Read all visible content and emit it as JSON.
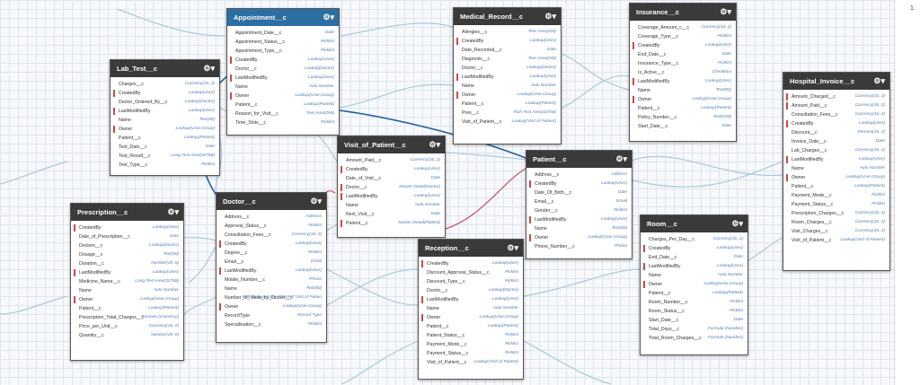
{
  "accent": "#2d6ea3",
  "required_marker_color": "#d64545",
  "gear_icon": "gear-icon",
  "corner_text": "1:",
  "entities": [
    {
      "id": "lab_test",
      "name": "Lab_Test__c",
      "fields": [
        {
          "n": "Charges__c",
          "t": "Currency(16, 2)"
        },
        {
          "n": "CreatedBy",
          "t": "Lookup(User)",
          "r": true
        },
        {
          "n": "Doctor_Ordered_By__c",
          "t": "Lookup(Doctor)"
        },
        {
          "n": "LastModifiedBy",
          "t": "Lookup(User)",
          "r": true
        },
        {
          "n": "Name",
          "t": "Text(80)"
        },
        {
          "n": "Owner",
          "t": "Lookup(User,Group)",
          "r": true
        },
        {
          "n": "Patient__c",
          "t": "Lookup(Patient)"
        },
        {
          "n": "Test_Date__c",
          "t": "Date"
        },
        {
          "n": "Test_Result__c",
          "t": "Long Text Area(32768)"
        },
        {
          "n": "Test_Type__c",
          "t": "Picklist"
        }
      ]
    },
    {
      "id": "appointment",
      "name": "Appointment__c",
      "selected": true,
      "fields": [
        {
          "n": "Appointment_Date__c",
          "t": "Date"
        },
        {
          "n": "Appointment_Status__c",
          "t": "Picklist"
        },
        {
          "n": "Appointment_Type__c",
          "t": "Picklist"
        },
        {
          "n": "CreatedBy",
          "t": "Lookup(User)",
          "r": true
        },
        {
          "n": "Doctor__c",
          "t": "Lookup(Doctor)"
        },
        {
          "n": "LastModifiedBy",
          "t": "Lookup(User)",
          "r": true
        },
        {
          "n": "Name",
          "t": "Auto Number"
        },
        {
          "n": "Owner",
          "t": "Lookup(User,Group)",
          "r": true
        },
        {
          "n": "Patient__c",
          "t": "Lookup(Patient)"
        },
        {
          "n": "Reason_for_Visit__c",
          "t": "Text Area(255)"
        },
        {
          "n": "Time_Slots__c",
          "t": "Picklist"
        }
      ]
    },
    {
      "id": "medical_record",
      "name": "Medical_Record__c",
      "fields": [
        {
          "n": "Allergies__c",
          "t": "Text Area(255)"
        },
        {
          "n": "CreatedBy",
          "t": "Lookup(User)",
          "r": true
        },
        {
          "n": "Date_Recorded__c",
          "t": "Date"
        },
        {
          "n": "Diagnosis__c",
          "t": "Text Area(255)"
        },
        {
          "n": "Doctor__c",
          "t": "Lookup(Doctor)"
        },
        {
          "n": "LastModifiedBy",
          "t": "Lookup(User)",
          "r": true
        },
        {
          "n": "Name",
          "t": "Auto Number"
        },
        {
          "n": "Owner",
          "t": "Lookup(User,Group)",
          "r": true
        },
        {
          "n": "Patient__c",
          "t": "Lookup(Patient)"
        },
        {
          "n": "Pres__c",
          "t": "Rich Text Area(32768)"
        },
        {
          "n": "Visit_of_Patient__c",
          "t": "Lookup(Visit of Patient)"
        }
      ]
    },
    {
      "id": "insurance",
      "name": "Insurance__c",
      "fields": [
        {
          "n": "Coverage_Amount_c__c",
          "t": "Currency(16, 2)"
        },
        {
          "n": "Coverage_Type__c",
          "t": "Picklist"
        },
        {
          "n": "CreatedBy",
          "t": "Lookup(User)",
          "r": true
        },
        {
          "n": "End_Date__c",
          "t": "Date"
        },
        {
          "n": "Insurance_Type__c",
          "t": "Picklist"
        },
        {
          "n": "Is_Active__c",
          "t": "Checkbox"
        },
        {
          "n": "LastModifiedBy",
          "t": "Lookup(User)",
          "r": true
        },
        {
          "n": "Name",
          "t": "Text(80)"
        },
        {
          "n": "Owner",
          "t": "Lookup(User,Group)",
          "r": true
        },
        {
          "n": "Patient__c",
          "t": "Lookup(Patient)"
        },
        {
          "n": "Policy_Number__c",
          "t": "Text(100)"
        },
        {
          "n": "Start_Date__c",
          "t": "Date"
        }
      ]
    },
    {
      "id": "hospital_invoice",
      "name": "Hospital_Invoice__c",
      "fields": [
        {
          "n": "Amount_Charged__c",
          "t": "Currency(16, 2)",
          "r": true
        },
        {
          "n": "Amount_Paid__c",
          "t": "Currency(16, 2)",
          "r": true
        },
        {
          "n": "Consultation_Fees__c",
          "t": "Currency(16, 2)"
        },
        {
          "n": "CreatedBy",
          "t": "Lookup(User)",
          "r": true
        },
        {
          "n": "Discount__c",
          "t": "Percent(16, 2)"
        },
        {
          "n": "Invoice_Date__c",
          "t": "Date"
        },
        {
          "n": "Lab_Charges__c",
          "t": "Currency(16, 2)"
        },
        {
          "n": "LastModifiedBy",
          "t": "Lookup(User)",
          "r": true
        },
        {
          "n": "Name",
          "t": "Auto Number"
        },
        {
          "n": "Owner",
          "t": "Lookup(User,Group)",
          "r": true
        },
        {
          "n": "Patient__c",
          "t": "Lookup(Patient)"
        },
        {
          "n": "Payment_Mode__c",
          "t": "Picklist"
        },
        {
          "n": "Payment_Status__c",
          "t": "Picklist"
        },
        {
          "n": "Prescription_Charges__c",
          "t": "Currency(16, 2)"
        },
        {
          "n": "Room_Charges__c",
          "t": "Currency(16, 2)"
        },
        {
          "n": "Visit_Charges__c",
          "t": "Currency(16, 2)"
        },
        {
          "n": "Visit_of_Patient__c",
          "t": "Lookup(Visit of Patient)"
        }
      ]
    },
    {
      "id": "visit_of_patient",
      "name": "Visit_of_Patient__c",
      "fields": [
        {
          "n": "Amount_Paid__c",
          "t": "Currency(16, 2)"
        },
        {
          "n": "CreatedBy",
          "t": "Lookup(User)",
          "r": true
        },
        {
          "n": "Date_of_Visit__c",
          "t": "Date"
        },
        {
          "n": "Doctor__c",
          "t": "Master-Detail(Doctor)",
          "r": true
        },
        {
          "n": "LastModifiedBy",
          "t": "Lookup(User)",
          "r": true
        },
        {
          "n": "Name",
          "t": "Auto Number"
        },
        {
          "n": "Next_Visit__c",
          "t": "Date"
        },
        {
          "n": "Patient__c",
          "t": "Master-Detail(Patient)",
          "r": true
        }
      ]
    },
    {
      "id": "patient",
      "name": "Patient__c",
      "fields": [
        {
          "n": "Address__c",
          "t": "Address"
        },
        {
          "n": "CreatedBy",
          "t": "Lookup(User)",
          "r": true
        },
        {
          "n": "Date_Of_Birth__c",
          "t": "Date"
        },
        {
          "n": "Email__c",
          "t": "Email"
        },
        {
          "n": "Gender__c",
          "t": "Picklist"
        },
        {
          "n": "LastModifiedBy",
          "t": "Lookup(User)",
          "r": true
        },
        {
          "n": "Name",
          "t": "Text(80)"
        },
        {
          "n": "Owner",
          "t": "Lookup(User,Group)",
          "r": true
        },
        {
          "n": "Phone_Number__c",
          "t": "Phone"
        }
      ]
    },
    {
      "id": "prescription",
      "name": "Prescription__c",
      "fields": [
        {
          "n": "CreatedBy",
          "t": "Lookup(User)",
          "r": true
        },
        {
          "n": "Date_of_Prescription__c",
          "t": "Date"
        },
        {
          "n": "Doctors__c",
          "t": "Lookup(Doctor)"
        },
        {
          "n": "Dosage__c",
          "t": "Text(50)"
        },
        {
          "n": "Duration__c",
          "t": "Number(18, 0)"
        },
        {
          "n": "LastModifiedBy",
          "t": "Lookup(User)",
          "r": true
        },
        {
          "n": "Medicine_Name__c",
          "t": "Long Text Area(32768)"
        },
        {
          "n": "Name",
          "t": "Auto Number"
        },
        {
          "n": "Owner",
          "t": "Lookup(User,Group)",
          "r": true
        },
        {
          "n": "Patient__c",
          "t": "Lookup(Patient)"
        },
        {
          "n": "Prescription_Total_Charges__c",
          "t": "Formula (Currency)"
        },
        {
          "n": "Price_per_Unit__c",
          "t": "Currency(16, 2)"
        },
        {
          "n": "Quantity__c",
          "t": "Number(18, 0)"
        }
      ]
    },
    {
      "id": "doctor",
      "name": "Doctor__c",
      "fields": [
        {
          "n": "Address__c",
          "t": "Address"
        },
        {
          "n": "Approval_Status__c",
          "t": "Picklist"
        },
        {
          "n": "Consultation_Fees__c",
          "t": "Currency(16, 2)"
        },
        {
          "n": "CreatedBy",
          "t": "Lookup(User)",
          "r": true
        },
        {
          "n": "Degree__c",
          "t": "Picklist"
        },
        {
          "n": "Email__c",
          "t": "Email"
        },
        {
          "n": "LastModifiedBy",
          "t": "Lookup(User)",
          "r": true
        },
        {
          "n": "Mobile_Number__c",
          "t": "Phone"
        },
        {
          "n": "Name",
          "t": "Text(80)"
        },
        {
          "n": "Number_of_Visits_by_Doctor__c",
          "t": "Roll-Up Summary (COUNT Visit of Patien"
        },
        {
          "n": "Owner",
          "t": "Lookup(User,Group)",
          "r": true
        },
        {
          "n": "RecordType",
          "t": "Record Type"
        },
        {
          "n": "Specialisation__c",
          "t": "Picklist"
        }
      ]
    },
    {
      "id": "reception",
      "name": "Reception__c",
      "fields": [
        {
          "n": "CreatedBy",
          "t": "Lookup(User)",
          "r": true
        },
        {
          "n": "Discount_Approval_Status__c",
          "t": "Picklist"
        },
        {
          "n": "Discount_Type__c",
          "t": "Picklist"
        },
        {
          "n": "Doctor__c",
          "t": "Lookup(Doctor)"
        },
        {
          "n": "LastModifiedBy",
          "t": "Lookup(User)",
          "r": true
        },
        {
          "n": "Name",
          "t": "Auto Number"
        },
        {
          "n": "Owner",
          "t": "Lookup(User,Group)",
          "r": true
        },
        {
          "n": "Patient__c",
          "t": "Lookup(Patient)"
        },
        {
          "n": "Patient_Status__c",
          "t": "Picklist"
        },
        {
          "n": "Payment_Mode__c",
          "t": "Picklist"
        },
        {
          "n": "Payment_Status__c",
          "t": "Picklist"
        },
        {
          "n": "Visit_of_Patient__c",
          "t": "Lookup(Visit of Patient)"
        }
      ]
    },
    {
      "id": "room",
      "name": "Room__c",
      "fields": [
        {
          "n": "Charges_Per_Day__c",
          "t": "Currency(16, 2)"
        },
        {
          "n": "CreatedBy",
          "t": "Lookup(User)",
          "r": true
        },
        {
          "n": "End_Date__c",
          "t": "Date"
        },
        {
          "n": "LastModifiedBy",
          "t": "Lookup(User)",
          "r": true
        },
        {
          "n": "Name",
          "t": "Auto Number"
        },
        {
          "n": "Owner",
          "t": "Lookup(User,Group)",
          "r": true
        },
        {
          "n": "Patient__c",
          "t": "Lookup(Patient)"
        },
        {
          "n": "Room_Number__c",
          "t": "Picklist"
        },
        {
          "n": "Room_Status__c",
          "t": "Picklist"
        },
        {
          "n": "Start_Date__c",
          "t": "Date"
        },
        {
          "n": "Total_Days__c",
          "t": "Formula (Number)"
        },
        {
          "n": "Total_Room_Charges__c",
          "t": "Formula (Number)"
        }
      ]
    }
  ]
}
